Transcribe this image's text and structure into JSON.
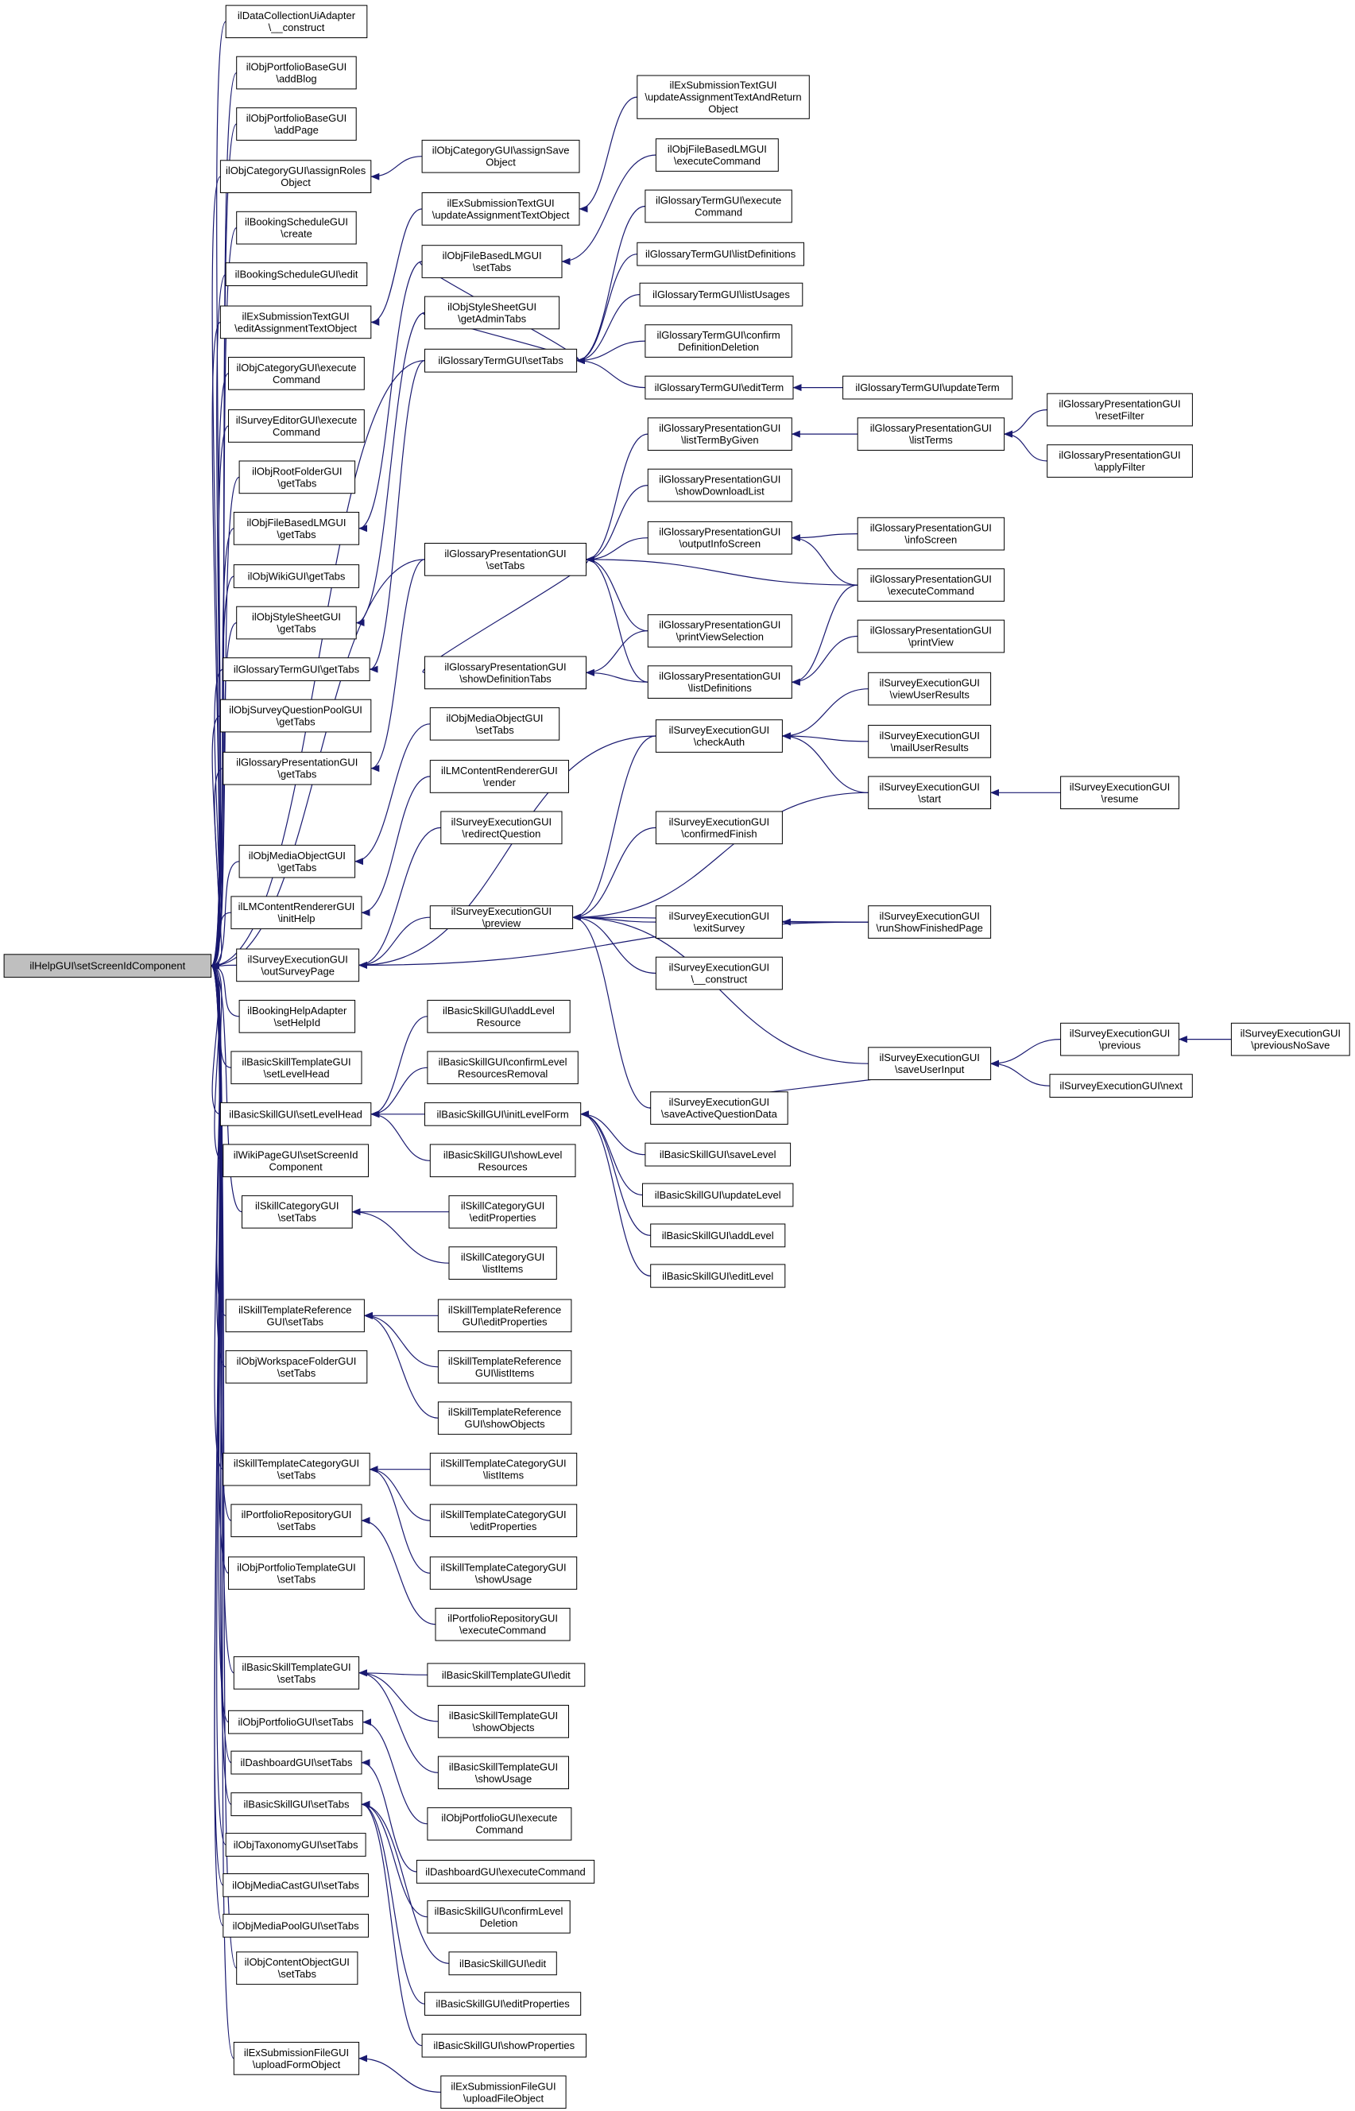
{
  "colors": {
    "edge": "#191970",
    "node_fill": "#ffffff",
    "root_fill": "#bfbfbf",
    "node_border": "#000000"
  },
  "nodes": [
    {
      "id": "root",
      "lines": [
        "ilHelpGUI\\setScreenIdComponent"
      ]
    },
    {
      "id": "n1",
      "lines": [
        "ilDataCollectionUiAdapter",
        "\\__construct"
      ]
    },
    {
      "id": "n2",
      "lines": [
        "ilObjPortfolioBaseGUI",
        "\\addBlog"
      ]
    },
    {
      "id": "n3",
      "lines": [
        "ilObjPortfolioBaseGUI",
        "\\addPage"
      ]
    },
    {
      "id": "n4",
      "lines": [
        "ilObjCategoryGUI\\assignRoles",
        "Object"
      ]
    },
    {
      "id": "n4a",
      "lines": [
        "ilObjCategoryGUI\\assignSave",
        "Object"
      ]
    },
    {
      "id": "n5",
      "lines": [
        "ilBookingScheduleGUI",
        "\\create"
      ]
    },
    {
      "id": "n6",
      "lines": [
        "ilBookingScheduleGUI\\edit"
      ]
    },
    {
      "id": "n7",
      "lines": [
        "ilExSubmissionTextGUI",
        "\\editAssignmentTextObject"
      ]
    },
    {
      "id": "n7a",
      "lines": [
        "ilExSubmissionTextGUI",
        "\\updateAssignmentTextObject"
      ]
    },
    {
      "id": "n7b",
      "lines": [
        "ilExSubmissionTextGUI",
        "\\updateAssignmentTextAndReturn",
        "Object"
      ]
    },
    {
      "id": "n8",
      "lines": [
        "ilObjCategoryGUI\\execute",
        "Command"
      ]
    },
    {
      "id": "n9",
      "lines": [
        "ilSurveyEditorGUI\\execute",
        "Command"
      ]
    },
    {
      "id": "n10",
      "lines": [
        "ilObjRootFolderGUI",
        "\\getTabs"
      ]
    },
    {
      "id": "n11",
      "lines": [
        "ilObjFileBasedLMGUI",
        "\\getTabs"
      ]
    },
    {
      "id": "n11a",
      "lines": [
        "ilObjFileBasedLMGUI",
        "\\setTabs"
      ]
    },
    {
      "id": "n11b",
      "lines": [
        "ilObjFileBasedLMGUI",
        "\\executeCommand"
      ]
    },
    {
      "id": "n12",
      "lines": [
        "ilObjWikiGUI\\getTabs"
      ]
    },
    {
      "id": "n13",
      "lines": [
        "ilObjStyleSheetGUI",
        "\\getTabs"
      ]
    },
    {
      "id": "n13a",
      "lines": [
        "ilObjStyleSheetGUI",
        "\\getAdminTabs"
      ]
    },
    {
      "id": "n14",
      "lines": [
        "ilGlossaryTermGUI\\getTabs"
      ]
    },
    {
      "id": "gts",
      "lines": [
        "ilGlossaryTermGUI\\setTabs"
      ]
    },
    {
      "id": "gte",
      "lines": [
        "ilGlossaryTermGUI\\execute",
        "Command"
      ]
    },
    {
      "id": "gtld",
      "lines": [
        "ilGlossaryTermGUI\\listDefinitions"
      ]
    },
    {
      "id": "gtlu",
      "lines": [
        "ilGlossaryTermGUI\\listUsages"
      ]
    },
    {
      "id": "gtcd",
      "lines": [
        "ilGlossaryTermGUI\\confirm",
        "DefinitionDeletion"
      ]
    },
    {
      "id": "gtet",
      "lines": [
        "ilGlossaryTermGUI\\editTerm"
      ]
    },
    {
      "id": "gtut",
      "lines": [
        "ilGlossaryTermGUI\\updateTerm"
      ]
    },
    {
      "id": "n15",
      "lines": [
        "ilObjSurveyQuestionPoolGUI",
        "\\getTabs"
      ]
    },
    {
      "id": "n16",
      "lines": [
        "ilGlossaryPresentationGUI",
        "\\getTabs"
      ]
    },
    {
      "id": "gps",
      "lines": [
        "ilGlossaryPresentationGUI",
        "\\setTabs"
      ]
    },
    {
      "id": "gpsd",
      "lines": [
        "ilGlossaryPresentationGUI",
        "\\showDefinitionTabs"
      ]
    },
    {
      "id": "gpltg",
      "lines": [
        "ilGlossaryPresentationGUI",
        "\\listTermByGiven"
      ]
    },
    {
      "id": "gplt",
      "lines": [
        "ilGlossaryPresentationGUI",
        "\\listTerms"
      ]
    },
    {
      "id": "gprf",
      "lines": [
        "ilGlossaryPresentationGUI",
        "\\resetFilter"
      ]
    },
    {
      "id": "gpaf",
      "lines": [
        "ilGlossaryPresentationGUI",
        "\\applyFilter"
      ]
    },
    {
      "id": "gpsdl",
      "lines": [
        "ilGlossaryPresentationGUI",
        "\\showDownloadList"
      ]
    },
    {
      "id": "gpois",
      "lines": [
        "ilGlossaryPresentationGUI",
        "\\outputInfoScreen"
      ]
    },
    {
      "id": "gpis",
      "lines": [
        "ilGlossaryPresentationGUI",
        "\\infoScreen"
      ]
    },
    {
      "id": "gpec",
      "lines": [
        "ilGlossaryPresentationGUI",
        "\\executeCommand"
      ]
    },
    {
      "id": "gppvs",
      "lines": [
        "ilGlossaryPresentationGUI",
        "\\printViewSelection"
      ]
    },
    {
      "id": "gpld",
      "lines": [
        "ilGlossaryPresentationGUI",
        "\\listDefinitions"
      ]
    },
    {
      "id": "gppv",
      "lines": [
        "ilGlossaryPresentationGUI",
        "\\printView"
      ]
    },
    {
      "id": "n17",
      "lines": [
        "ilObjMediaObjectGUI",
        "\\getTabs"
      ]
    },
    {
      "id": "momst",
      "lines": [
        "ilObjMediaObjectGUI",
        "\\setTabs"
      ]
    },
    {
      "id": "n18",
      "lines": [
        "ilLMContentRendererGUI",
        "\\initHelp"
      ]
    },
    {
      "id": "lmr",
      "lines": [
        "ilLMContentRendererGUI",
        "\\render"
      ]
    },
    {
      "id": "n19",
      "lines": [
        "ilSurveyExecutionGUI",
        "\\outSurveyPage"
      ]
    },
    {
      "id": "serq",
      "lines": [
        "ilSurveyExecutionGUI",
        "\\redirectQuestion"
      ]
    },
    {
      "id": "sepv",
      "lines": [
        "ilSurveyExecutionGUI",
        "\\preview"
      ]
    },
    {
      "id": "seca",
      "lines": [
        "ilSurveyExecutionGUI",
        "\\checkAuth"
      ]
    },
    {
      "id": "sevur",
      "lines": [
        "ilSurveyExecutionGUI",
        "\\viewUserResults"
      ]
    },
    {
      "id": "semur",
      "lines": [
        "ilSurveyExecutionGUI",
        "\\mailUserResults"
      ]
    },
    {
      "id": "sest",
      "lines": [
        "ilSurveyExecutionGUI",
        "\\start"
      ]
    },
    {
      "id": "sers",
      "lines": [
        "ilSurveyExecutionGUI",
        "\\resume"
      ]
    },
    {
      "id": "secf",
      "lines": [
        "ilSurveyExecutionGUI",
        "\\confirmedFinish"
      ]
    },
    {
      "id": "seex",
      "lines": [
        "ilSurveyExecutionGUI",
        "\\exitSurvey"
      ]
    },
    {
      "id": "sersfp",
      "lines": [
        "ilSurveyExecutionGUI",
        "\\runShowFinishedPage"
      ]
    },
    {
      "id": "secon",
      "lines": [
        "ilSurveyExecutionGUI",
        "\\__construct"
      ]
    },
    {
      "id": "sesui",
      "lines": [
        "ilSurveyExecutionGUI",
        "\\saveUserInput"
      ]
    },
    {
      "id": "seprev",
      "lines": [
        "ilSurveyExecutionGUI",
        "\\previous"
      ]
    },
    {
      "id": "sepns",
      "lines": [
        "ilSurveyExecutionGUI",
        "\\previousNoSave"
      ]
    },
    {
      "id": "senext",
      "lines": [
        "ilSurveyExecutionGUI\\next"
      ]
    },
    {
      "id": "sesaqd",
      "lines": [
        "ilSurveyExecutionGUI",
        "\\saveActiveQuestionData"
      ]
    },
    {
      "id": "n20",
      "lines": [
        "ilBookingHelpAdapter",
        "\\setHelpId"
      ]
    },
    {
      "id": "n21",
      "lines": [
        "ilBasicSkillTemplateGUI",
        "\\setLevelHead"
      ]
    },
    {
      "id": "n22",
      "lines": [
        "ilBasicSkillGUI\\setLevelHead"
      ]
    },
    {
      "id": "bsal",
      "lines": [
        "ilBasicSkillGUI\\addLevel",
        "Resource"
      ]
    },
    {
      "id": "bscl",
      "lines": [
        "ilBasicSkillGUI\\confirmLevel",
        "ResourcesRemoval"
      ]
    },
    {
      "id": "bsilf",
      "lines": [
        "ilBasicSkillGUI\\initLevelForm"
      ]
    },
    {
      "id": "bssl",
      "lines": [
        "ilBasicSkillGUI\\showLevel",
        "Resources"
      ]
    },
    {
      "id": "bssavl",
      "lines": [
        "ilBasicSkillGUI\\saveLevel"
      ]
    },
    {
      "id": "bsupl",
      "lines": [
        "ilBasicSkillGUI\\updateLevel"
      ]
    },
    {
      "id": "bsaddl",
      "lines": [
        "ilBasicSkillGUI\\addLevel"
      ]
    },
    {
      "id": "bseditl",
      "lines": [
        "ilBasicSkillGUI\\editLevel"
      ]
    },
    {
      "id": "n23",
      "lines": [
        "ilWikiPageGUI\\setScreenId",
        "Component"
      ]
    },
    {
      "id": "n24",
      "lines": [
        "ilSkillCategoryGUI",
        "\\setTabs"
      ]
    },
    {
      "id": "scep",
      "lines": [
        "ilSkillCategoryGUI",
        "\\editProperties"
      ]
    },
    {
      "id": "scli",
      "lines": [
        "ilSkillCategoryGUI",
        "\\listItems"
      ]
    },
    {
      "id": "n25",
      "lines": [
        "ilSkillTemplateReference",
        "GUI\\setTabs"
      ]
    },
    {
      "id": "strep",
      "lines": [
        "ilSkillTemplateReference",
        "GUI\\editProperties"
      ]
    },
    {
      "id": "strli",
      "lines": [
        "ilSkillTemplateReference",
        "GUI\\listItems"
      ]
    },
    {
      "id": "strso",
      "lines": [
        "ilSkillTemplateReference",
        "GUI\\showObjects"
      ]
    },
    {
      "id": "n26",
      "lines": [
        "ilObjWorkspaceFolderGUI",
        "\\setTabs"
      ]
    },
    {
      "id": "n27",
      "lines": [
        "ilSkillTemplateCategoryGUI",
        "\\setTabs"
      ]
    },
    {
      "id": "stcli",
      "lines": [
        "ilSkillTemplateCategoryGUI",
        "\\listItems"
      ]
    },
    {
      "id": "stcep",
      "lines": [
        "ilSkillTemplateCategoryGUI",
        "\\editProperties"
      ]
    },
    {
      "id": "stcsu",
      "lines": [
        "ilSkillTemplateCategoryGUI",
        "\\showUsage"
      ]
    },
    {
      "id": "n28",
      "lines": [
        "ilPortfolioRepositoryGUI",
        "\\setTabs"
      ]
    },
    {
      "id": "prec",
      "lines": [
        "ilPortfolioRepositoryGUI",
        "\\executeCommand"
      ]
    },
    {
      "id": "n29",
      "lines": [
        "ilObjPortfolioTemplateGUI",
        "\\setTabs"
      ]
    },
    {
      "id": "n30",
      "lines": [
        "ilBasicSkillTemplateGUI",
        "\\setTabs"
      ]
    },
    {
      "id": "bstedit",
      "lines": [
        "ilBasicSkillTemplateGUI\\edit"
      ]
    },
    {
      "id": "bstso",
      "lines": [
        "ilBasicSkillTemplateGUI",
        "\\showObjects"
      ]
    },
    {
      "id": "bstsu",
      "lines": [
        "ilBasicSkillTemplateGUI",
        "\\showUsage"
      ]
    },
    {
      "id": "n31",
      "lines": [
        "ilObjPortfolioGUI\\setTabs"
      ]
    },
    {
      "id": "opec",
      "lines": [
        "ilObjPortfolioGUI\\execute",
        "Command"
      ]
    },
    {
      "id": "n32",
      "lines": [
        "ilDashboardGUI\\setTabs"
      ]
    },
    {
      "id": "dbec",
      "lines": [
        "ilDashboardGUI\\executeCommand"
      ]
    },
    {
      "id": "n33",
      "lines": [
        "ilBasicSkillGUI\\setTabs"
      ]
    },
    {
      "id": "bscld",
      "lines": [
        "ilBasicSkillGUI\\confirmLevel",
        "Deletion"
      ]
    },
    {
      "id": "bsedit",
      "lines": [
        "ilBasicSkillGUI\\edit"
      ]
    },
    {
      "id": "bsep",
      "lines": [
        "ilBasicSkillGUI\\editProperties"
      ]
    },
    {
      "id": "bssp",
      "lines": [
        "ilBasicSkillGUI\\showProperties"
      ]
    },
    {
      "id": "n34",
      "lines": [
        "ilObjTaxonomyGUI\\setTabs"
      ]
    },
    {
      "id": "n35",
      "lines": [
        "ilObjMediaCastGUI\\setTabs"
      ]
    },
    {
      "id": "n36",
      "lines": [
        "ilObjMediaPoolGUI\\setTabs"
      ]
    },
    {
      "id": "n37",
      "lines": [
        "ilObjContentObjectGUI",
        "\\setTabs"
      ]
    },
    {
      "id": "n38",
      "lines": [
        "ilExSubmissionFileGUI",
        "\\uploadFormObject"
      ]
    },
    {
      "id": "esfu",
      "lines": [
        "ilExSubmissionFileGUI",
        "\\uploadFileObject"
      ]
    }
  ],
  "edges": [
    [
      "n1",
      "root"
    ],
    [
      "n2",
      "root"
    ],
    [
      "n3",
      "root"
    ],
    [
      "n4",
      "root"
    ],
    [
      "n5",
      "root"
    ],
    [
      "n6",
      "root"
    ],
    [
      "n7",
      "root"
    ],
    [
      "n8",
      "root"
    ],
    [
      "n9",
      "root"
    ],
    [
      "n10",
      "root"
    ],
    [
      "n11",
      "root"
    ],
    [
      "n12",
      "root"
    ],
    [
      "n13",
      "root"
    ],
    [
      "n14",
      "root"
    ],
    [
      "n15",
      "root"
    ],
    [
      "n16",
      "root"
    ],
    [
      "n17",
      "root"
    ],
    [
      "n18",
      "root"
    ],
    [
      "n19",
      "root"
    ],
    [
      "n20",
      "root"
    ],
    [
      "n21",
      "root"
    ],
    [
      "n22",
      "root"
    ],
    [
      "n23",
      "root"
    ],
    [
      "n24",
      "root"
    ],
    [
      "n25",
      "root"
    ],
    [
      "n26",
      "root"
    ],
    [
      "n27",
      "root"
    ],
    [
      "n28",
      "root"
    ],
    [
      "n29",
      "root"
    ],
    [
      "n30",
      "root"
    ],
    [
      "n31",
      "root"
    ],
    [
      "n32",
      "root"
    ],
    [
      "n33",
      "root"
    ],
    [
      "n34",
      "root"
    ],
    [
      "n35",
      "root"
    ],
    [
      "n36",
      "root"
    ],
    [
      "n37",
      "root"
    ],
    [
      "n38",
      "root"
    ],
    [
      "gps",
      "root"
    ],
    [
      "gts",
      "root"
    ],
    [
      "n4a",
      "n4"
    ],
    [
      "n7a",
      "n7"
    ],
    [
      "n7b",
      "n7a"
    ],
    [
      "n11a",
      "n11"
    ],
    [
      "n11b",
      "n11a"
    ],
    [
      "n13a",
      "n13"
    ],
    [
      "gts",
      "n14"
    ],
    [
      "n11a",
      "gts"
    ],
    [
      "n13a",
      "gts"
    ],
    [
      "gte",
      "gts"
    ],
    [
      "gtld",
      "gts"
    ],
    [
      "gtlu",
      "gts"
    ],
    [
      "gtcd",
      "gts"
    ],
    [
      "gtet",
      "gts"
    ],
    [
      "gtut",
      "gtet"
    ],
    [
      "gps",
      "n16"
    ],
    [
      "gpsd",
      "gps"
    ],
    [
      "gpltg",
      "gps"
    ],
    [
      "gpsdl",
      "gps"
    ],
    [
      "gpois",
      "gps"
    ],
    [
      "gpec",
      "gps"
    ],
    [
      "gppvs",
      "gps"
    ],
    [
      "gpld",
      "gps"
    ],
    [
      "gplt",
      "gpltg"
    ],
    [
      "gprf",
      "gplt"
    ],
    [
      "gpaf",
      "gplt"
    ],
    [
      "gpis",
      "gpois"
    ],
    [
      "gpec",
      "gpois"
    ],
    [
      "gppvs",
      "gpsd"
    ],
    [
      "gpld",
      "gpsd"
    ],
    [
      "gpec",
      "gpld"
    ],
    [
      "gppv",
      "gpld"
    ],
    [
      "momst",
      "n17"
    ],
    [
      "lmr",
      "n18"
    ],
    [
      "serq",
      "n19"
    ],
    [
      "sepv",
      "n19"
    ],
    [
      "sersfp",
      "n19"
    ],
    [
      "seca",
      "n19"
    ],
    [
      "seca",
      "sepv"
    ],
    [
      "sest",
      "sepv"
    ],
    [
      "secf",
      "sepv"
    ],
    [
      "seex",
      "sepv"
    ],
    [
      "sersfp",
      "sepv"
    ],
    [
      "secon",
      "sepv"
    ],
    [
      "sesui",
      "sepv"
    ],
    [
      "sesaqd",
      "sepv"
    ],
    [
      "sevur",
      "seca"
    ],
    [
      "semur",
      "seca"
    ],
    [
      "sest",
      "seca"
    ],
    [
      "sers",
      "sest"
    ],
    [
      "sersfp",
      "seex"
    ],
    [
      "seprev",
      "sesui"
    ],
    [
      "senext",
      "sesui"
    ],
    [
      "sesaqd",
      "sesui"
    ],
    [
      "sepns",
      "seprev"
    ],
    [
      "bsal",
      "n22"
    ],
    [
      "bscl",
      "n22"
    ],
    [
      "bsilf",
      "n22"
    ],
    [
      "bssl",
      "n22"
    ],
    [
      "bssavl",
      "bsilf"
    ],
    [
      "bsupl",
      "bsilf"
    ],
    [
      "bsaddl",
      "bsilf"
    ],
    [
      "bseditl",
      "bsilf"
    ],
    [
      "scep",
      "n24"
    ],
    [
      "scli",
      "n24"
    ],
    [
      "strep",
      "n25"
    ],
    [
      "strli",
      "n25"
    ],
    [
      "strso",
      "n25"
    ],
    [
      "stcli",
      "n27"
    ],
    [
      "stcep",
      "n27"
    ],
    [
      "stcsu",
      "n27"
    ],
    [
      "prec",
      "n28"
    ],
    [
      "bstedit",
      "n30"
    ],
    [
      "bstso",
      "n30"
    ],
    [
      "bstsu",
      "n30"
    ],
    [
      "opec",
      "n31"
    ],
    [
      "dbec",
      "n32"
    ],
    [
      "bscld",
      "n33"
    ],
    [
      "bsedit",
      "n33"
    ],
    [
      "bsep",
      "n33"
    ],
    [
      "bssp",
      "n33"
    ],
    [
      "esfu",
      "n38"
    ]
  ]
}
